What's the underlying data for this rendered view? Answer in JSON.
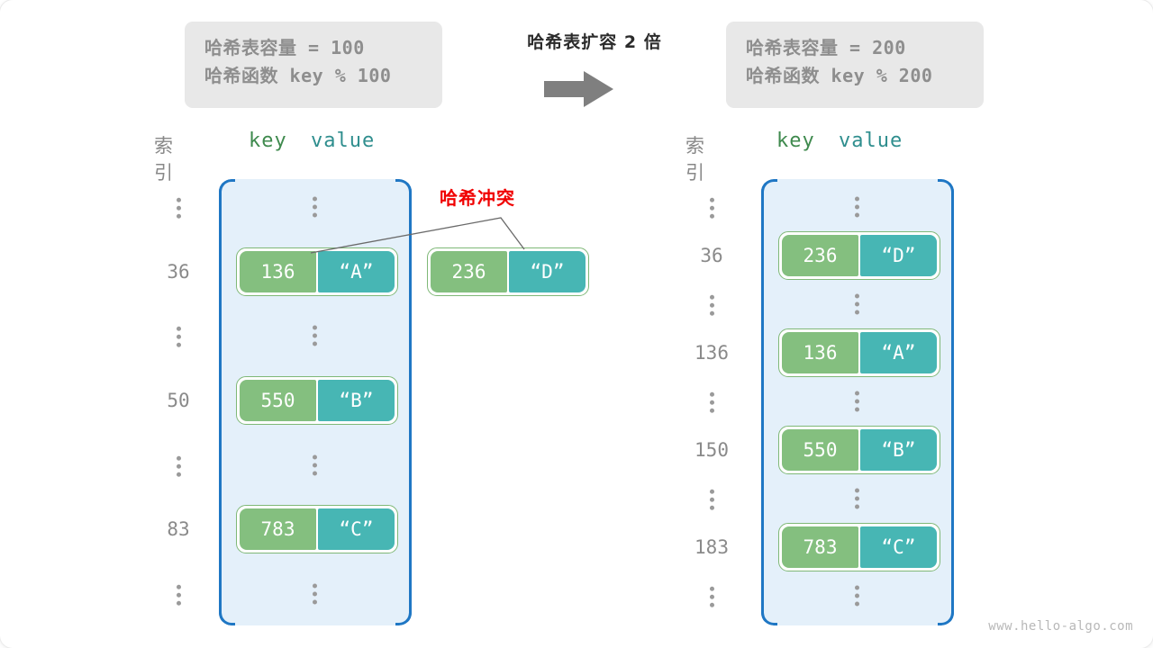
{
  "center": {
    "title": "哈希表扩容 2 倍",
    "arrow": "arrow-right-icon"
  },
  "before": {
    "info": {
      "capacity_line": "哈希表容量 = 100",
      "function_line": "哈希函数 key % 100"
    },
    "headers": {
      "index": "索引",
      "key": "key",
      "value": "value"
    },
    "rows": [
      {
        "type": "dots",
        "index": "⋮"
      },
      {
        "type": "entry",
        "index": "36",
        "key": "136",
        "value": "“A”"
      },
      {
        "type": "dots",
        "index": "⋮"
      },
      {
        "type": "entry",
        "index": "50",
        "key": "550",
        "value": "“B”"
      },
      {
        "type": "dots",
        "index": "⋮"
      },
      {
        "type": "entry",
        "index": "83",
        "key": "783",
        "value": "“C”"
      },
      {
        "type": "dots",
        "index": "⋮"
      }
    ],
    "floating_entry": {
      "key": "236",
      "value": "“D”"
    },
    "collision_label": "哈希冲突"
  },
  "after": {
    "info": {
      "capacity_line": "哈希表容量 = 200",
      "function_line": "哈希函数 key % 200"
    },
    "headers": {
      "index": "索引",
      "key": "key",
      "value": "value"
    },
    "rows": [
      {
        "type": "dots",
        "index": "⋮"
      },
      {
        "type": "entry",
        "index": "36",
        "key": "236",
        "value": "“D”"
      },
      {
        "type": "dots",
        "index": "⋮"
      },
      {
        "type": "entry",
        "index": "136",
        "key": "136",
        "value": "“A”"
      },
      {
        "type": "dots",
        "index": "⋮"
      },
      {
        "type": "entry",
        "index": "150",
        "key": "550",
        "value": "“B”"
      },
      {
        "type": "dots",
        "index": "⋮"
      },
      {
        "type": "entry",
        "index": "183",
        "key": "783",
        "value": "“C”"
      },
      {
        "type": "dots",
        "index": "⋮"
      }
    ]
  },
  "watermark": "www.hello-algo.com",
  "colors": {
    "key_cell": "#84bf7f",
    "value_cell": "#47b6b4",
    "bucket_border": "#1f77c4",
    "bucket_fill": "#e4f0fa",
    "collision_text": "#f00000",
    "info_box": "#e8e8e8"
  }
}
